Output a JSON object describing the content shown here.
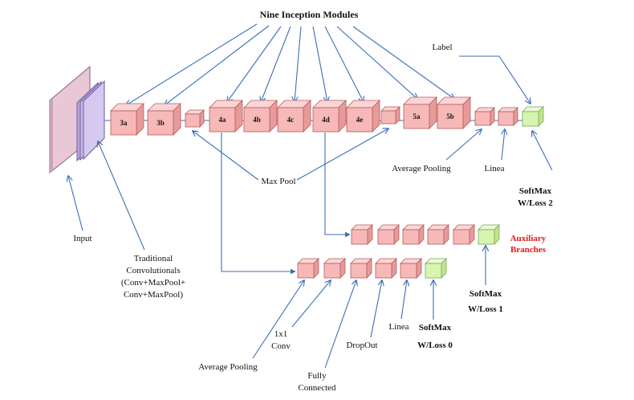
{
  "title": "Nine Inception Modules",
  "modules": [
    {
      "id": "3a"
    },
    {
      "id": "3b"
    },
    {
      "id": "4a"
    },
    {
      "id": "4b"
    },
    {
      "id": "4c"
    },
    {
      "id": "4d"
    },
    {
      "id": "4e"
    },
    {
      "id": "5a"
    },
    {
      "id": "5b"
    }
  ],
  "labels": {
    "label": "Label",
    "max_pool": "Max Pool",
    "average_pooling_main": "Average Pooling",
    "linea_main": "Linea",
    "softmax2": [
      "SoftMax",
      "W/Loss 2"
    ],
    "input": "Input",
    "traditional": [
      "Traditional",
      "Convolutionals",
      "(Conv+MaxPool+",
      "Conv+MaxPool)"
    ],
    "auxiliary": [
      "Auxiliary",
      "Branches"
    ],
    "softmax1": [
      "SoftMax",
      "W/Loss 1"
    ],
    "average_pooling_aux": "Average Pooling",
    "conv1x1": [
      "1x1",
      "Conv"
    ],
    "fully_connected": [
      "Fully",
      "Connected"
    ],
    "dropout": "DropOut",
    "linea_aux": "Linea",
    "softmax0": [
      "SoftMax",
      "W/Loss 0"
    ]
  },
  "colors": {
    "block_front": "#f7b8b8",
    "block_top": "#fbd5d5",
    "block_side": "#e89a9a",
    "block_border": "#b55c5c",
    "green_front": "#d8f5b0",
    "green_top": "#eafad4",
    "green_side": "#bfe68e",
    "green_border": "#7fa357",
    "arrow": "#3a6fb8",
    "auxiliary_text": "#e11b1b"
  }
}
